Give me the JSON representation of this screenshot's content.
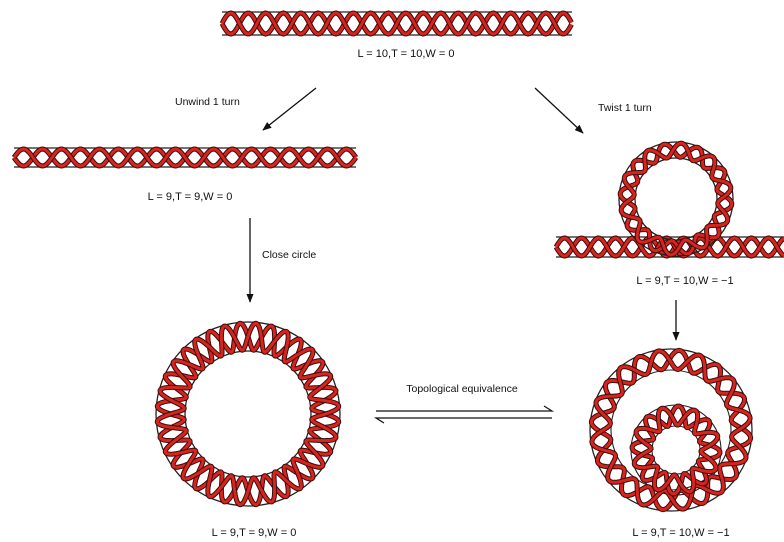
{
  "states": {
    "top": "L = 10,T = 10,W = 0",
    "left_linear": "L = 9,T = 9,W = 0",
    "right_loop": "L = 9,T = 10,W = −1",
    "left_circle": "L = 9,T = 9,W = 0",
    "right_supercoil": "L = 9,T = 10,W = −1"
  },
  "steps": {
    "unwind": "Unwind 1 turn",
    "twist": "Twist 1 turn",
    "close": "Close circle",
    "equivalence": "Topological equivalence"
  },
  "colors": {
    "strand": "#d8241f",
    "rail": "#222222",
    "text": "#111111"
  }
}
